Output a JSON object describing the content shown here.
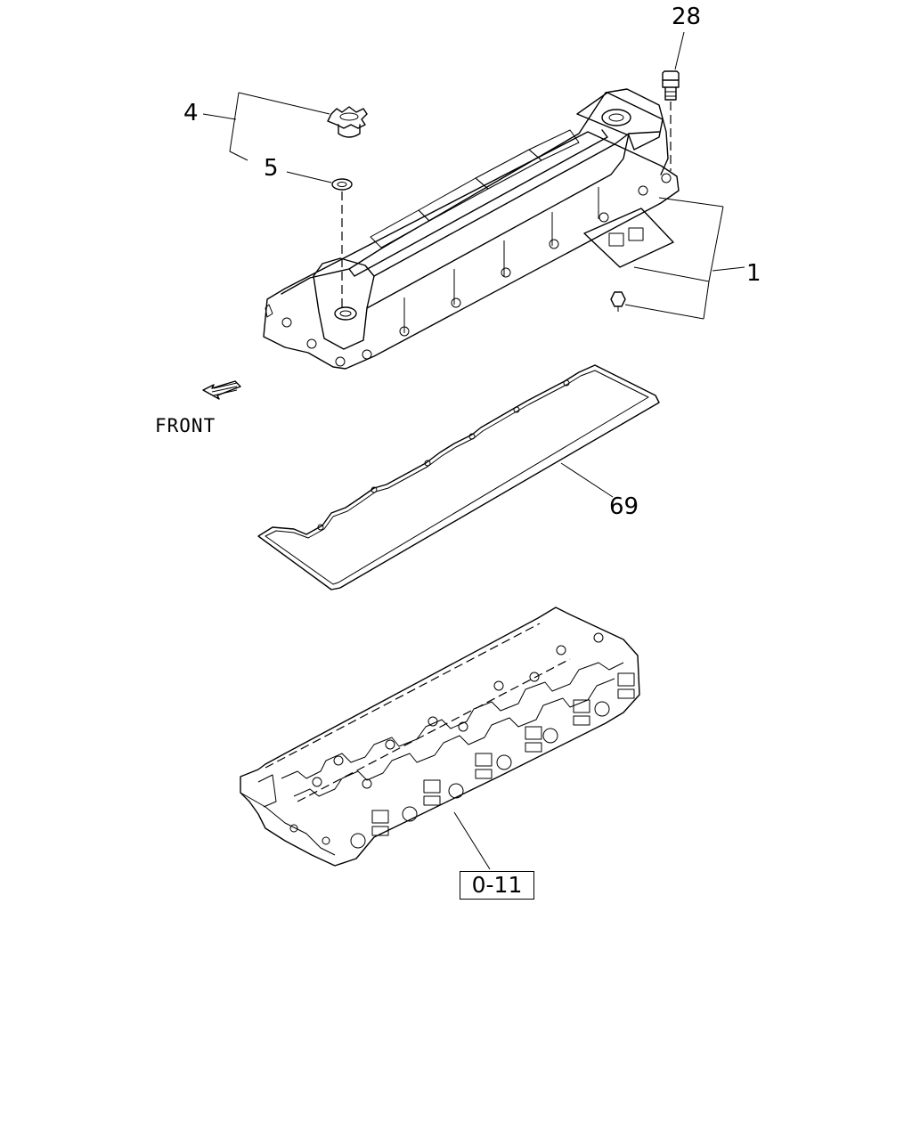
{
  "diagram": {
    "front_label": "FRONT",
    "callouts": {
      "part_28": "28",
      "part_4": "4",
      "part_5": "5",
      "part_1": "1",
      "part_69": "69",
      "ref_0_11": "0-11"
    },
    "parts": [
      {
        "ref": "28",
        "icon": "bolt-icon"
      },
      {
        "ref": "4",
        "icon": "oil-filler-cap-icon"
      },
      {
        "ref": "5",
        "icon": "o-ring-icon"
      },
      {
        "ref": "1",
        "icon": "cylinder-head-cover-icon"
      },
      {
        "ref": "69",
        "icon": "gasket-icon"
      },
      {
        "ref": "0-11",
        "icon": "cylinder-head-icon"
      }
    ],
    "colors": {
      "line": "#000000",
      "background": "#ffffff"
    }
  }
}
